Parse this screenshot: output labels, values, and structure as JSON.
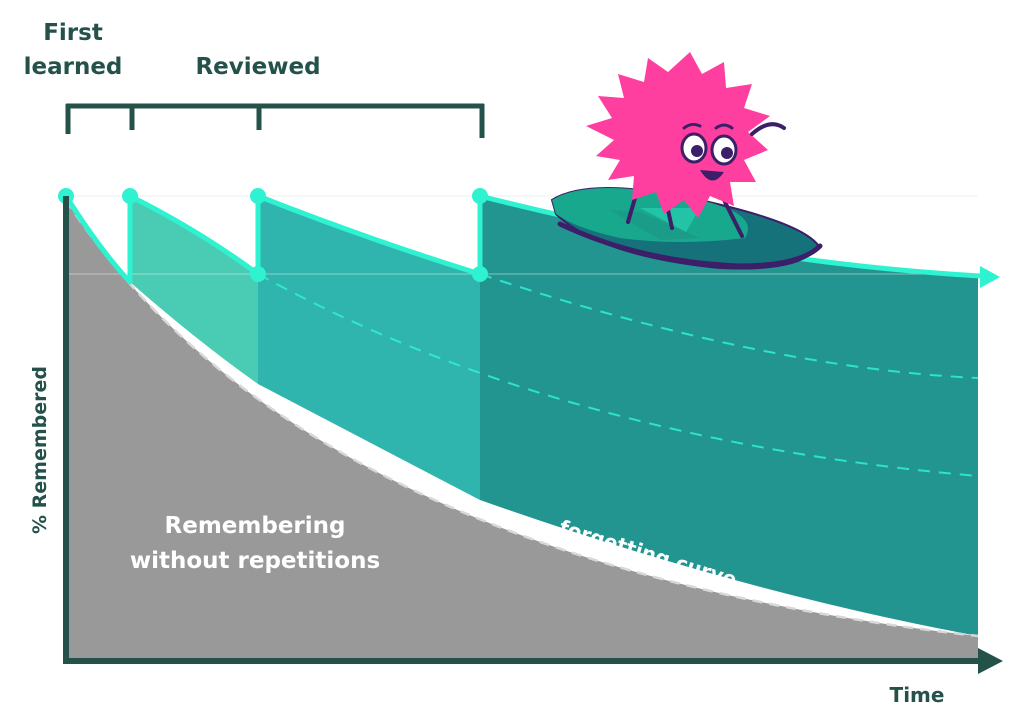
{
  "labels": {
    "first_learned_line1": "First",
    "first_learned_line2": "learned",
    "reviewed": "Reviewed",
    "y_axis": "% Remembered",
    "x_axis": "Time",
    "base_area_line1": "Remembering",
    "base_area_line2": "without repetitions",
    "curve_label": "forgetting curve"
  },
  "colors": {
    "axis": "#25514b",
    "bracket": "#25514b",
    "gray_area": "#999999",
    "review_curve": "#2ef2d0",
    "band_1": "#4acbb4",
    "band_2": "#30b5ae",
    "band_3": "#229591",
    "mascot_fur": "#ff3fa0",
    "mascot_eyes": "#3c1f68",
    "board_top": "#18a88e",
    "board_dark": "#16727a"
  },
  "mascot": {
    "character": "pink-fluffy-mascot",
    "board": "surfboard"
  },
  "icons": [
    "x-axis-arrow-icon",
    "y-axis-line-icon",
    "review-curve-arrow-icon"
  ]
}
